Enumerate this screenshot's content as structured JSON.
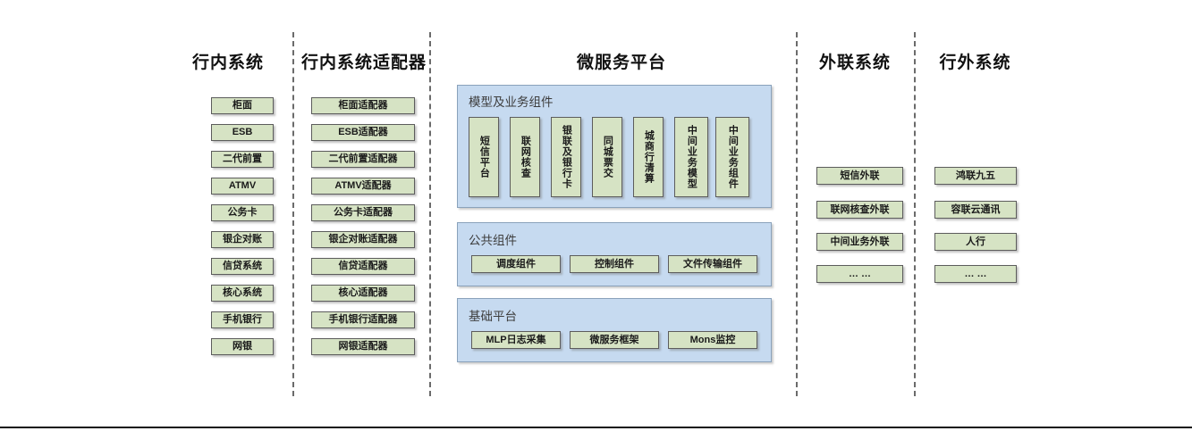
{
  "diagram": {
    "columns": [
      {
        "id": "in-bank-systems",
        "title": "行内系统",
        "items": [
          "柜面",
          "ESB",
          "二代前置",
          "ATMV",
          "公务卡",
          "银企对账",
          "信贷系统",
          "核心系统",
          "手机银行",
          "网银"
        ]
      },
      {
        "id": "in-bank-adapters",
        "title": "行内系统适配器",
        "items": [
          "柜面适配器",
          "ESB适配器",
          "二代前置适配器",
          "ATMV适配器",
          "公务卡适配器",
          "银企对账适配器",
          "信贷适配器",
          "核心适配器",
          "手机银行适配器",
          "网银适配器"
        ]
      },
      {
        "id": "microservice-platform",
        "title": "微服务平台"
      },
      {
        "id": "external-link-systems",
        "title": "外联系统",
        "items": [
          "短信外联",
          "联网核查外联",
          "中间业务外联",
          "… …"
        ]
      },
      {
        "id": "outside-bank-systems",
        "title": "行外系统",
        "items": [
          "鸿联九五",
          "容联云通讯",
          "人行",
          "… …"
        ]
      }
    ],
    "platform": {
      "groups": [
        {
          "id": "model-business-components",
          "label": "模型及业务组件",
          "orientation": "vertical",
          "items": [
            "短信平台",
            "联网核查",
            "银联及银行卡",
            "同城票交",
            "城商行清算",
            "中间业务模型",
            "中间业务组件"
          ]
        },
        {
          "id": "public-components",
          "label": "公共组件",
          "orientation": "horizontal",
          "items": [
            "调度组件",
            "控制组件",
            "文件传输组件"
          ]
        },
        {
          "id": "base-platform",
          "label": "基础平台",
          "orientation": "horizontal",
          "items": [
            "MLP日志采集",
            "微服务框架",
            "Mons监控"
          ]
        }
      ]
    },
    "colors": {
      "node_fill": "#d6e3c4",
      "node_border": "#5c5c5c",
      "panel_fill": "#c6daf0",
      "panel_border": "#8aa2bb",
      "divider": "#6b6b6b",
      "text": "#1a1a1a"
    }
  }
}
